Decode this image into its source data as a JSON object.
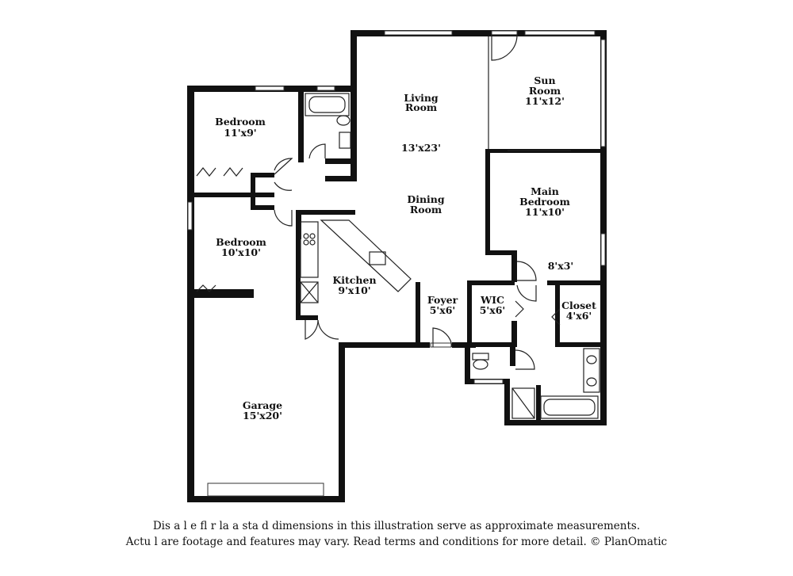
{
  "rooms": {
    "bedroom1": {
      "name": "Bedroom",
      "size": "11'x9'"
    },
    "bedroom2": {
      "name": "Bedroom",
      "size": "10'x10'"
    },
    "living": {
      "name1": "Living",
      "name2": "Room",
      "size": "13'x23'"
    },
    "dining": {
      "name1": "Dining",
      "name2": "Room"
    },
    "sunroom": {
      "name1": "Sun",
      "name2": "Room",
      "size": "11'x12'"
    },
    "main_bedroom": {
      "name1": "Main",
      "name2": "Bedroom",
      "size": "11'x10'"
    },
    "hall_area": {
      "size": "8'x3'"
    },
    "kitchen": {
      "name": "Kitchen",
      "size": "9'x10'"
    },
    "foyer": {
      "name": "Foyer",
      "size": "5'x6'"
    },
    "wic": {
      "name": "WIC",
      "size": "5'x6'"
    },
    "closet": {
      "name": "Closet",
      "size": "4'x6'"
    },
    "garage": {
      "name": "Garage",
      "size": "15'x20'"
    }
  },
  "disclaimer": {
    "line1": "Dis   a        l e fl   r  la  a     sta   d dimensions in this illustration serve as approximate measurements.",
    "line2": "Actu    l   are footage and features may vary. Read terms and conditions for more detail. © PlanOmatic"
  }
}
